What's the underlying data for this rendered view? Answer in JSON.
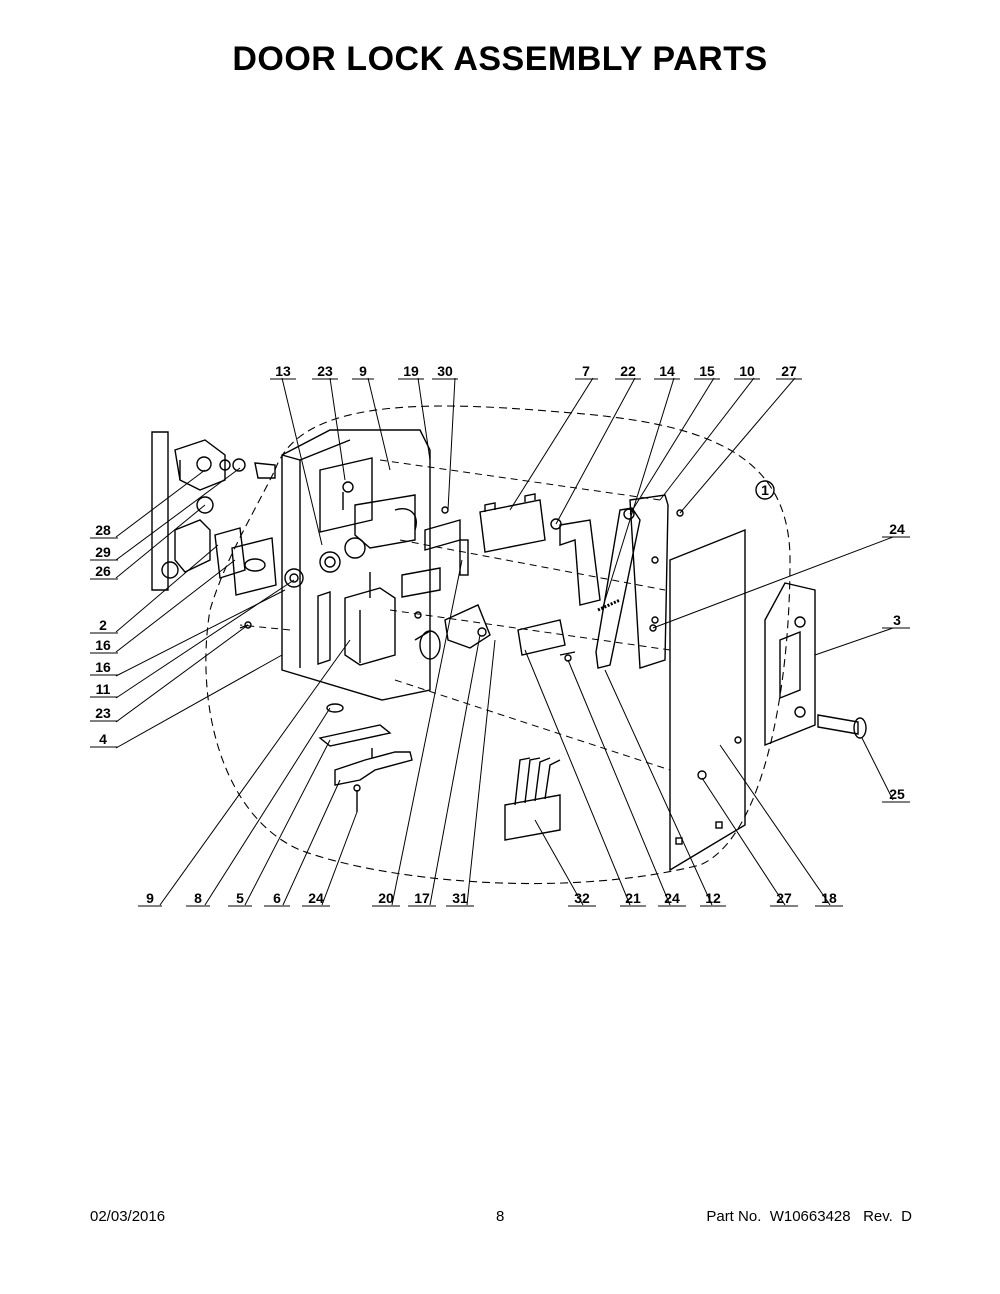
{
  "title": "DOOR LOCK ASSEMBLY PARTS",
  "callout_top": [
    "13",
    "23",
    "9",
    "19",
    "30",
    "7",
    "22",
    "14",
    "15",
    "10",
    "27"
  ],
  "callout_left": [
    "28",
    "29",
    "26",
    "2",
    "16",
    "16",
    "11",
    "23",
    "4"
  ],
  "callout_right": [
    "24",
    "3",
    "25"
  ],
  "callout_bottom": [
    "9",
    "8",
    "5",
    "6",
    "24",
    "20",
    "17",
    "31",
    "32",
    "21",
    "24",
    "12",
    "27",
    "18"
  ],
  "group_marker": "1",
  "footer": {
    "date": "02/03/2016",
    "page": "8",
    "part_no": "Part No.  W10663428   Rev.  D"
  }
}
